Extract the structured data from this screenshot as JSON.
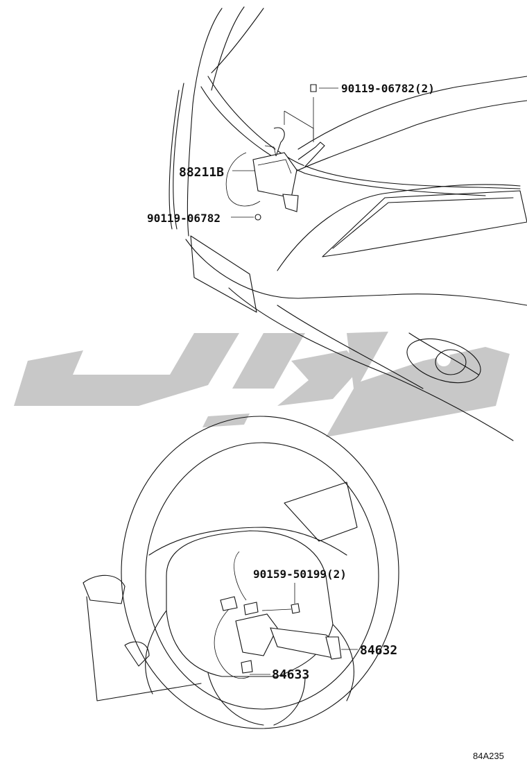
{
  "colors": {
    "line": "#111111",
    "watermark": "#c8c8c8",
    "background": "#ffffff"
  },
  "labels": {
    "bolt_top": "90119-06782(2)",
    "sensor": "88211B",
    "bolt_bottom": "90119-06782",
    "screw": "90159-50199(2)",
    "switch_right": "84632",
    "switch_left": "84633"
  },
  "figure_code": "84A235"
}
